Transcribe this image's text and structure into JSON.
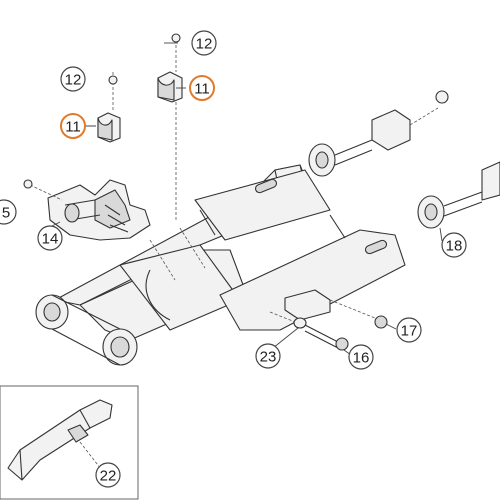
{
  "callouts": [
    {
      "id": "c12a",
      "label": "12",
      "highlight": false
    },
    {
      "id": "c11a",
      "label": "11",
      "highlight": true
    },
    {
      "id": "c12b",
      "label": "12",
      "highlight": false
    },
    {
      "id": "c11b",
      "label": "11",
      "highlight": true
    },
    {
      "id": "c5",
      "label": "5",
      "highlight": false
    },
    {
      "id": "c14",
      "label": "14",
      "highlight": false
    },
    {
      "id": "c18",
      "label": "18",
      "highlight": false
    },
    {
      "id": "c17",
      "label": "17",
      "highlight": false
    },
    {
      "id": "c23",
      "label": "23",
      "highlight": false
    },
    {
      "id": "c16",
      "label": "16",
      "highlight": false
    },
    {
      "id": "c22",
      "label": "22",
      "highlight": false
    }
  ],
  "colors": {
    "highlight": "#e07a2c",
    "normal": "#444444",
    "line": "#333333"
  }
}
